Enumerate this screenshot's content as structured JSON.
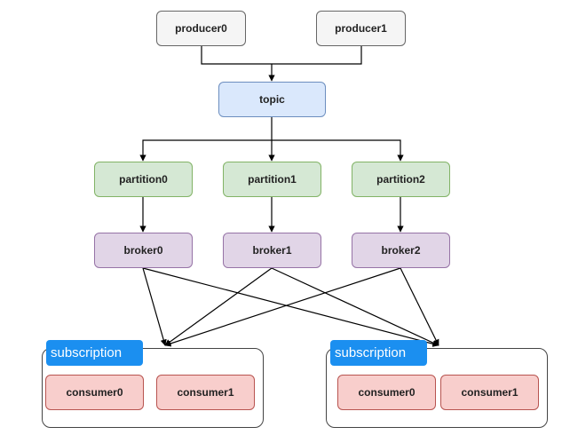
{
  "producers": [
    "producer0",
    "producer1"
  ],
  "topic": "topic",
  "partitions": [
    "partition0",
    "partition1",
    "partition2"
  ],
  "brokers": [
    "broker0",
    "broker1",
    "broker2"
  ],
  "groups": [
    {
      "label": "subscription",
      "consumers": [
        "consumer0",
        "consumer1"
      ]
    },
    {
      "label": "subscription",
      "consumers": [
        "consumer0",
        "consumer1"
      ]
    }
  ],
  "colors": {
    "producer_fill": "#f5f5f5",
    "topic_fill": "#dae8fc",
    "partition_fill": "#d5e8d4",
    "broker_fill": "#e1d5e7",
    "consumer_fill": "#f8cecc",
    "subscription_tag": "#1b8ff0"
  }
}
